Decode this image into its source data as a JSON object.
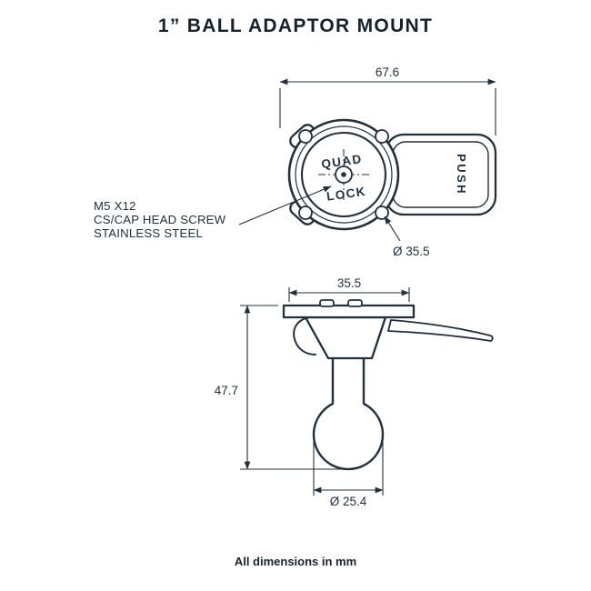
{
  "title": "1” BALL ADAPTOR MOUNT",
  "footer": "All dimensions in mm",
  "top_view": {
    "dim_width": "67.6",
    "dim_diameter": "Ø 35.5",
    "screw_note_line1": "M5 X12",
    "screw_note_line2": "CS/CAP HEAD SCREW",
    "screw_note_line3": "STAINLESS STEEL",
    "logo_line1": "QUAD",
    "logo_line2": "LOCK",
    "push_label": "PUSH"
  },
  "side_view": {
    "dim_width": "35.5",
    "dim_height": "47.7",
    "dim_ball_diameter": "Ø 25.4"
  },
  "colors": {
    "line": "#22303e",
    "title": "#15222e",
    "background": "#ffffff"
  }
}
